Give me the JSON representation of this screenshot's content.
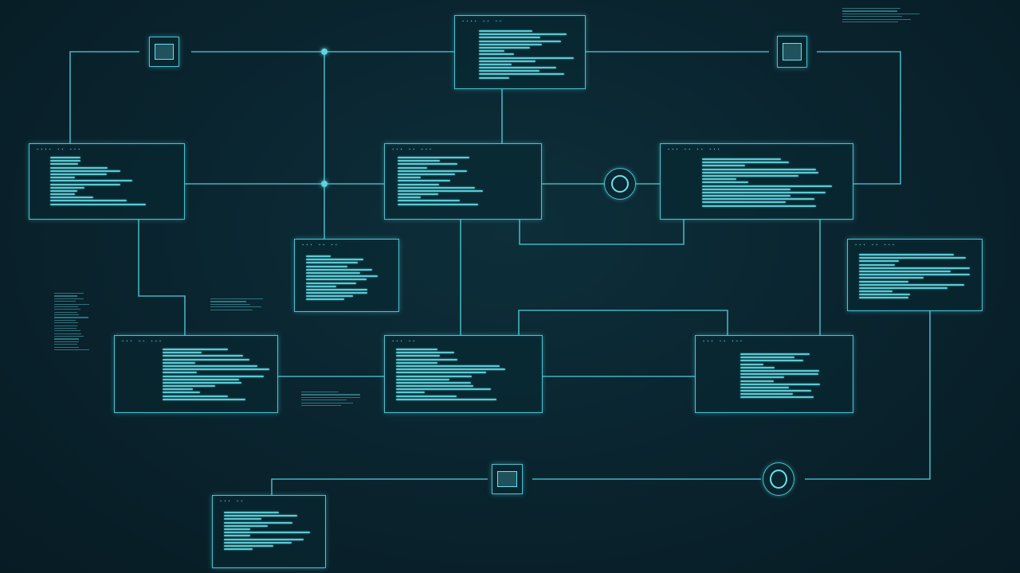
{
  "palette": {
    "line": "#49c3cf",
    "text": "#63d8e2",
    "background": "#0a2530"
  },
  "nodes": [
    {
      "id": "n-top-center",
      "title": "···· ·· ··"
    },
    {
      "id": "n-left",
      "title": "···· ·· ···"
    },
    {
      "id": "n-center",
      "title": "··· ·· ···"
    },
    {
      "id": "n-right",
      "title": "··· ·· ·· ···"
    },
    {
      "id": "n-mid-small",
      "title": "··· ·· ··"
    },
    {
      "id": "n-far-right",
      "title": "··· ·· ···"
    },
    {
      "id": "n-bottom-left",
      "title": "··· ·· ···"
    },
    {
      "id": "n-bottom-center",
      "title": "··· ··"
    },
    {
      "id": "n-bottom-right",
      "title": "··· ·· ···"
    },
    {
      "id": "n-footer",
      "title": "··· ··"
    }
  ],
  "icons": [
    {
      "id": "monitor-icon-top-left",
      "kind": "monitor-icon"
    },
    {
      "id": "monitor-icon-top-right",
      "kind": "monitor-icon"
    },
    {
      "id": "cycle-icon-center",
      "kind": "cycle-icon"
    },
    {
      "id": "monitor-icon-bottom",
      "kind": "monitor-icon"
    },
    {
      "id": "cycle-icon-bottom",
      "kind": "cycle-icon"
    }
  ]
}
